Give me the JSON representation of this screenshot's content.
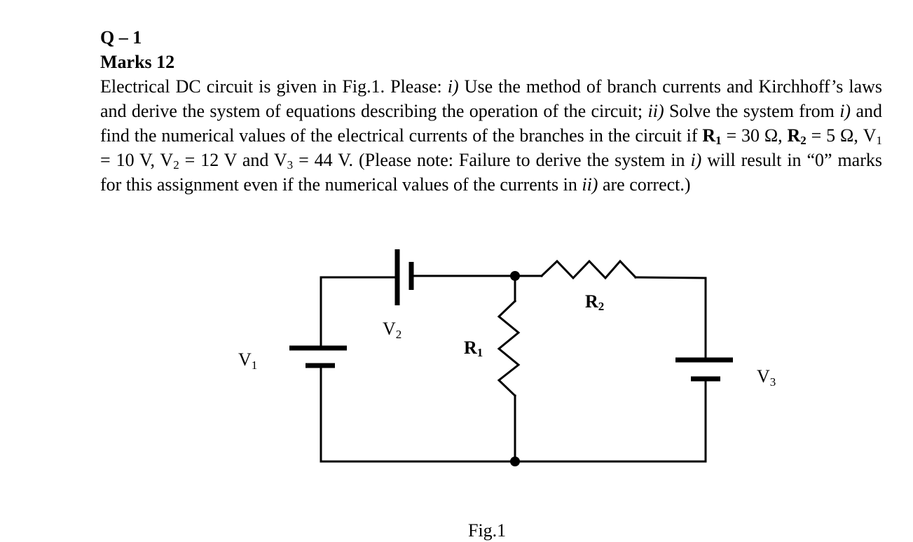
{
  "question": {
    "number": "Q – 1",
    "marks": "Marks 12",
    "intro": "Electrical DC circuit is given in Fig.1. Please: ",
    "part1_marker": "i)",
    "part1_text": " Use the method of branch currents and Kirchhoff’s laws and derive the system of equations describing the operation of the circuit; ",
    "part2_marker": "ii)",
    "part2_text_a": " Solve the system from ",
    "part2_ref": "i)",
    "part2_text_b": " and find the numerical values of the electrical currents of the branches in the circuit if ",
    "r1_sym": "R",
    "r1_sub": "1",
    "r1_val": " = 30 Ω, ",
    "r2_sym": "R",
    "r2_sub": "2",
    "r2_val": " = 5 Ω, ",
    "v1_sym": "V",
    "v1_sub": "1",
    "v1_val": " = 10 V, ",
    "v2_sym": "V",
    "v2_sub": "2",
    "v2_val": " = 12 V and ",
    "v3_sym": "V",
    "v3_sub": "3",
    "v3_val": " = 44 V. (Please note: Failure to derive the system in ",
    "note_ref1": "i)",
    "note_text_a": " will result in “0” marks for this assignment even if the numerical values of the currents in ",
    "note_ref2": "ii)",
    "note_text_b": " are correct.)"
  },
  "circuit": {
    "labels": {
      "v1": {
        "sym": "V",
        "sub": "1"
      },
      "v2": {
        "sym": "V",
        "sub": "2"
      },
      "v3": {
        "sym": "V",
        "sub": "3"
      },
      "r1": {
        "sym": "R",
        "sub": "1"
      },
      "r2": {
        "sym": "R",
        "sub": "2"
      }
    }
  },
  "figure_caption": "Fig.1"
}
